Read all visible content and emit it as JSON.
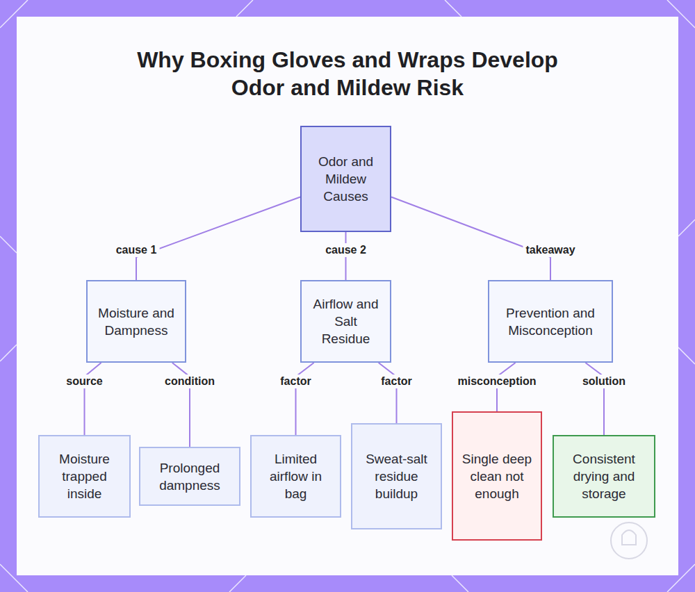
{
  "diagram": {
    "title": "Why Boxing Gloves and Wraps Develop Odor and Mildew Risk",
    "nodes": [
      {
        "text": [
          "Odor and Mildew Causes"
        ]
      },
      {
        "text": [
          "Moisture and Dampness"
        ]
      },
      {
        "text": [
          "Airflow and Salt Residue"
        ]
      },
      {
        "text": [
          "Prevention and Misconception"
        ]
      },
      {
        "text": [
          "Moisture trapped inside"
        ]
      },
      {
        "text": [
          "Prolonged dampness"
        ]
      },
      {
        "text": [
          "Limited airflow in bag"
        ]
      },
      {
        "text": [
          "Sweat-salt residue buildup"
        ]
      },
      {
        "text": [
          "Single deep clean not enough"
        ]
      },
      {
        "text": [
          "Consistent drying and storage"
        ]
      }
    ],
    "edges": [
      {
        "from": 0,
        "to": 1,
        "label": "cause 1",
        "arrow": "none"
      },
      {
        "from": 0,
        "to": 2,
        "label": "cause 2",
        "arrow": "none"
      },
      {
        "from": 0,
        "to": 3,
        "label": "takeaway",
        "arrow": "none"
      },
      {
        "from": 1,
        "to": 4,
        "label": "source",
        "arrow": "none"
      },
      {
        "from": 1,
        "to": 5,
        "label": "condition",
        "arrow": "none"
      },
      {
        "from": 2,
        "to": 6,
        "label": "factor",
        "arrow": "none"
      },
      {
        "from": 2,
        "to": 7,
        "label": "factor",
        "arrow": "none"
      },
      {
        "from": 3,
        "to": 8,
        "label": "misconception",
        "arrow": "none"
      },
      {
        "from": 3,
        "to": 9,
        "label": "solution",
        "arrow": "none"
      }
    ]
  }
}
